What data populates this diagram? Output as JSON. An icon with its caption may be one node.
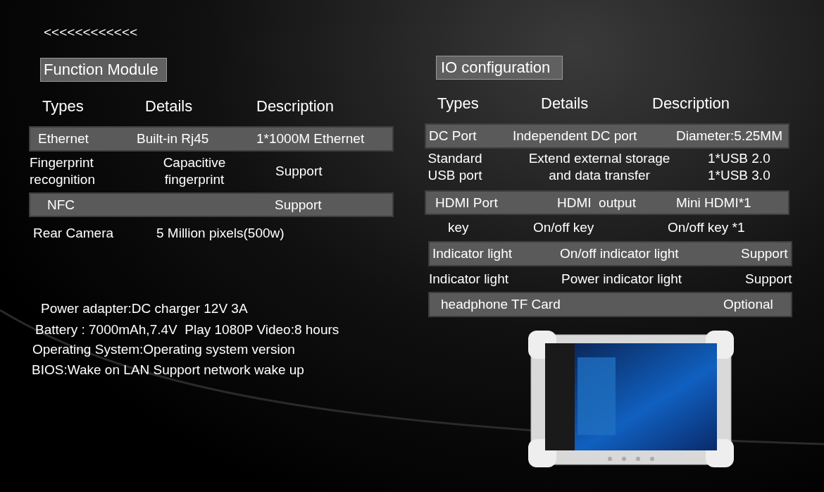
{
  "diagram": {
    "nodes": [
      {
        "text": [
          "Function Module"
        ]
      },
      {
        "text": [
          "Ethernet",
          "Built-in Rj45",
          "1*1000M Ethernet"
        ]
      },
      {
        "text": [
          "NFC",
          "Support"
        ]
      },
      {
        "text": [
          "IO configuration"
        ]
      },
      {
        "text": [
          "DC Port",
          "Independent DC port",
          "Diameter:5.25MM"
        ]
      },
      {
        "text": [
          "HDMI Port",
          "HDMI  output",
          "Mini HDMI*1"
        ]
      },
      {
        "text": [
          "Indicator light",
          "On/off indicator light",
          "Support"
        ]
      },
      {
        "text": [
          "headphone TF Card",
          "Optional"
        ]
      }
    ],
    "labels": [
      "<<<<<<<<<<<<",
      "Types",
      "Details",
      "Description",
      "Fingerprint recognition",
      "Capacitive fingerprint",
      "Support",
      "Rear Camera",
      "5 Million pixels(500w)",
      "Types",
      "Details",
      "Description",
      "Standard USB port",
      "Extend external storage and data transfer",
      "1*USB 2.0 1*USB 3.0",
      "key",
      "On/off key",
      "On/off key *1",
      "Indicator light",
      "Power indicator light",
      "Support",
      "Power adapter:DC charger 12V 3A",
      "Battery : 7000mAh,7.4V  Play 1080P Video:8 hours",
      "Operating System:Operating system version",
      "BIOS:Wake on LAN Support network wake up"
    ]
  }
}
